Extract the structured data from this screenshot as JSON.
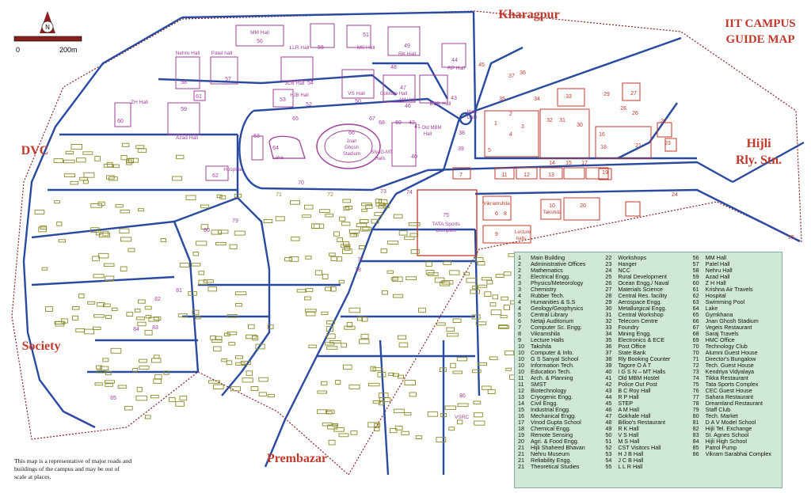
{
  "title": [
    "IIT CAMPUS",
    "GUIDE MAP"
  ],
  "scale": {
    "start": "0",
    "end": "200m"
  },
  "compass": "N",
  "disclaimer": "This map is a representative of major roads and buildings of the campus and may be out of scale at places.",
  "places": {
    "kharagpur": "Kharagpur",
    "dvc": "DVC",
    "society": "Society",
    "prembazar": "Prembazar",
    "hijli": [
      "Hijli",
      "Rly. Stn."
    ]
  },
  "labels": [
    {
      "id": "mm",
      "text": "MM Hall"
    },
    {
      "id": "mm_n",
      "text": "56"
    },
    {
      "id": "llr",
      "text": "LLR Hall"
    },
    {
      "id": "llr_n",
      "text": "55"
    },
    {
      "id": "ms",
      "text": "MS Hall"
    },
    {
      "id": "ms_n",
      "text": "51"
    },
    {
      "id": "rk",
      "text": "RK Hall"
    },
    {
      "id": "rk_n",
      "text": "49"
    },
    {
      "id": "rp",
      "text": "RP Hall"
    },
    {
      "id": "rp_n",
      "text": "44"
    },
    {
      "id": "n45",
      "text": "45"
    },
    {
      "id": "nehru",
      "text": "Nehru Hall"
    },
    {
      "id": "nehru_n",
      "text": "58"
    },
    {
      "id": "patel",
      "text": "Patel hall"
    },
    {
      "id": "patel_n",
      "text": "57"
    },
    {
      "id": "jcb",
      "text": "JCB Hall"
    },
    {
      "id": "jcb_n",
      "text": "54"
    },
    {
      "id": "hjb",
      "text": "HJB Hall"
    },
    {
      "id": "hjb_n",
      "text": "53"
    },
    {
      "id": "n52",
      "text": "52"
    },
    {
      "id": "vs",
      "text": "VS Hall"
    },
    {
      "id": "vs_n",
      "text": "50"
    },
    {
      "id": "n48",
      "text": "48"
    },
    {
      "id": "gokhale",
      "text": "Gokhale Hall"
    },
    {
      "id": "n47",
      "text": "47"
    },
    {
      "id": "am",
      "text": "AM Hall"
    },
    {
      "id": "am_n",
      "text": "46"
    },
    {
      "id": "bcr",
      "text": "BCR Hall"
    },
    {
      "id": "bcr_n",
      "text": "43"
    },
    {
      "id": "zh",
      "text": "ZH Hall"
    },
    {
      "id": "zh_n",
      "text": "60"
    },
    {
      "id": "n59",
      "text": "59"
    },
    {
      "id": "azad",
      "text": "Azad Hall"
    },
    {
      "id": "n61",
      "text": "61"
    },
    {
      "id": "n63",
      "text": "63"
    },
    {
      "id": "n64",
      "text": "64"
    },
    {
      "id": "lake",
      "text": "Lake"
    },
    {
      "id": "n65",
      "text": "65"
    },
    {
      "id": "n66",
      "text": "66"
    },
    {
      "id": "jnan",
      "text": "Jnan"
    },
    {
      "id": "ghosh",
      "text": "Ghosh"
    },
    {
      "id": "stadium",
      "text": "Stadium"
    },
    {
      "id": "n67",
      "text": "67"
    },
    {
      "id": "n68",
      "text": "68"
    },
    {
      "id": "n69",
      "text": "69"
    },
    {
      "id": "n42",
      "text": "42"
    },
    {
      "id": "n41",
      "text": "41"
    },
    {
      "id": "oldmbm",
      "text": "Old MBM"
    },
    {
      "id": "hall",
      "text": "Hall"
    },
    {
      "id": "sngm",
      "text": "SN-IG-MT"
    },
    {
      "id": "halls",
      "text": "Halls"
    },
    {
      "id": "n40",
      "text": "40"
    },
    {
      "id": "n38",
      "text": "38"
    },
    {
      "id": "n39",
      "text": "39"
    },
    {
      "id": "maingate",
      "text": "Main"
    },
    {
      "id": "maingate2",
      "text": "Gate"
    },
    {
      "id": "hospital",
      "text": "Hospital"
    },
    {
      "id": "n62",
      "text": "62"
    },
    {
      "id": "n70",
      "text": "70"
    },
    {
      "id": "n71",
      "text": "71"
    },
    {
      "id": "n72",
      "text": "72"
    },
    {
      "id": "n73",
      "text": "73"
    },
    {
      "id": "n74",
      "text": "74"
    },
    {
      "id": "n75",
      "text": "75"
    },
    {
      "id": "tata",
      "text": "TATA Sports"
    },
    {
      "id": "complex",
      "text": "Complex"
    },
    {
      "id": "n76",
      "text": "76"
    },
    {
      "id": "n77",
      "text": "77"
    },
    {
      "id": "n78",
      "text": "78"
    },
    {
      "id": "n79",
      "text": "79"
    },
    {
      "id": "n80",
      "text": "80"
    },
    {
      "id": "n81",
      "text": "81"
    },
    {
      "id": "n82",
      "text": "82"
    },
    {
      "id": "n83",
      "text": "83"
    },
    {
      "id": "n84",
      "text": "84"
    },
    {
      "id": "n85",
      "text": "85"
    },
    {
      "id": "n86",
      "text": "86"
    },
    {
      "id": "vsrc",
      "text": "VSRC"
    },
    {
      "id": "n1",
      "text": "1"
    },
    {
      "id": "n2",
      "text": "2"
    },
    {
      "id": "n3",
      "text": "3"
    },
    {
      "id": "n4",
      "text": "4"
    },
    {
      "id": "n5",
      "text": "5"
    },
    {
      "id": "n7",
      "text": "7"
    },
    {
      "id": "n11",
      "text": "11"
    },
    {
      "id": "n12",
      "text": "12"
    },
    {
      "id": "n13",
      "text": "13"
    },
    {
      "id": "n14",
      "text": "14"
    },
    {
      "id": "n15",
      "text": "15"
    },
    {
      "id": "n17",
      "text": "17"
    },
    {
      "id": "n19",
      "text": "19"
    },
    {
      "id": "n18",
      "text": "18"
    },
    {
      "id": "n16",
      "text": "16"
    },
    {
      "id": "n20",
      "text": "20"
    },
    {
      "id": "n21",
      "text": "21"
    },
    {
      "id": "n22",
      "text": "22"
    },
    {
      "id": "n23",
      "text": "23"
    },
    {
      "id": "n24",
      "text": "24"
    },
    {
      "id": "n25",
      "text": "25"
    },
    {
      "id": "n26",
      "text": "26"
    },
    {
      "id": "n27",
      "text": "27"
    },
    {
      "id": "n28",
      "text": "28"
    },
    {
      "id": "n29",
      "text": "29"
    },
    {
      "id": "n30",
      "text": "30"
    },
    {
      "id": "n31",
      "text": "31"
    },
    {
      "id": "n32",
      "text": "32"
    },
    {
      "id": "n33",
      "text": "33"
    },
    {
      "id": "n34",
      "text": "34"
    },
    {
      "id": "n35",
      "text": "35"
    },
    {
      "id": "n36",
      "text": "36"
    },
    {
      "id": "n37",
      "text": "37"
    },
    {
      "id": "vikram",
      "text": "Vikramshila"
    },
    {
      "id": "n6",
      "text": "6"
    },
    {
      "id": "n8",
      "text": "8"
    },
    {
      "id": "takshila",
      "text": "Takshila"
    },
    {
      "id": "n10",
      "text": "10"
    },
    {
      "id": "n9",
      "text": "9"
    },
    {
      "id": "lecture",
      "text": "Lecture"
    },
    {
      "id": "lhalls",
      "text": "halls"
    }
  ],
  "legend": [
    [
      [
        "1",
        "Main Building"
      ],
      [
        "2",
        "Administrative Offices"
      ],
      [
        "2",
        "Mathematics"
      ],
      [
        "2",
        "Electrical Engg."
      ],
      [
        "3",
        "Physics/Meteorology"
      ],
      [
        "3",
        "Chemistry"
      ],
      [
        "4",
        "Rubber Tech."
      ],
      [
        "4",
        "Humanities & S.S"
      ],
      [
        "4",
        "Geology/Geophysics"
      ],
      [
        "5",
        "Central Library"
      ],
      [
        "6",
        "Netaji Auditorium"
      ],
      [
        "7",
        "Computer Sc. Engg."
      ],
      [
        "8",
        "Vikramshila"
      ],
      [
        "9",
        "Lecture Halls"
      ],
      [
        "10",
        "Takshila"
      ],
      [
        "10",
        "Computer & Info."
      ],
      [
        "10",
        "G S Sanyal School"
      ],
      [
        "10",
        "Information Tech."
      ],
      [
        "10",
        "Education Tech."
      ],
      [
        "11",
        "Arch. & Planning"
      ],
      [
        "11",
        "SMST"
      ],
      [
        "12",
        "Biotechnology"
      ],
      [
        "13",
        "Cryogenic Engg."
      ],
      [
        "14",
        "Civil Engg."
      ],
      [
        "15",
        "Industrial Engg."
      ],
      [
        "16",
        "Mechanical Engg."
      ],
      [
        "17",
        "Vinod Gupta School"
      ],
      [
        "18",
        "Chemical Engg."
      ],
      [
        "19",
        "Remote Sensing"
      ],
      [
        "20",
        "Agri. & Food Engg."
      ],
      [
        "21",
        "Hijli Shaheed Bhavan"
      ],
      [
        "21",
        "Nehru Museum"
      ],
      [
        "21",
        "Reliability Engg."
      ],
      [
        "21",
        "Theoretical Studies"
      ]
    ],
    [
      [
        "22",
        "Workshops"
      ],
      [
        "23",
        "Hanger"
      ],
      [
        "24",
        "NCC"
      ],
      [
        "25",
        "Rural Development"
      ],
      [
        "26",
        "Ocean Engg./ Naval"
      ],
      [
        "27",
        "Materials Science"
      ],
      [
        "28",
        "Central Res. facility"
      ],
      [
        "29",
        "Aerospace Engg."
      ],
      [
        "30",
        "Metallurgical Engg."
      ],
      [
        "31",
        "Central Workshop"
      ],
      [
        "32",
        "Telecom Centre"
      ],
      [
        "33",
        "Foundry"
      ],
      [
        "34",
        "Mining Engg."
      ],
      [
        "35",
        "Electronics & ECE"
      ],
      [
        "36",
        "Post Office"
      ],
      [
        "37",
        "State Bank"
      ],
      [
        "38",
        "Rly Booking Counter"
      ],
      [
        "39",
        "Tagore O A T"
      ],
      [
        "40",
        "I G S N – MT Halls"
      ],
      [
        "41",
        "Old MBM Hostel"
      ],
      [
        "42",
        "Police Out Post"
      ],
      [
        "43",
        "B C Roy Hall"
      ],
      [
        "44",
        "R P Hall"
      ],
      [
        "45",
        "STEP"
      ],
      [
        "46",
        "A M Hall"
      ],
      [
        "47",
        "Gokhale Hall"
      ],
      [
        "48",
        "Billoo's Restaurant"
      ],
      [
        "49",
        "R K Hall"
      ],
      [
        "50",
        "V S Hall"
      ],
      [
        "51",
        "M S Hall"
      ],
      [
        "52",
        "CST Visitors Hall"
      ],
      [
        "53",
        "H J B Hall"
      ],
      [
        "54",
        "J C B Hall"
      ],
      [
        "55",
        "L L R Hall"
      ]
    ],
    [
      [
        "56",
        "MM Hall"
      ],
      [
        "57",
        "Patel Hall"
      ],
      [
        "58",
        "Nehru Hall"
      ],
      [
        "59",
        "Azad Hall"
      ],
      [
        "60",
        "Z H Hall"
      ],
      [
        "61",
        "Krishna Air Travels"
      ],
      [
        "62",
        "Hospital"
      ],
      [
        "63",
        "Swimming Pool"
      ],
      [
        "64",
        "Lake"
      ],
      [
        "65",
        "Gymkhana"
      ],
      [
        "66",
        "Jnan Ghosh Stadium"
      ],
      [
        "67",
        "Vegeis Restaurant"
      ],
      [
        "68",
        "Saraj Travels"
      ],
      [
        "69",
        "HMC Office"
      ],
      [
        "70",
        "Technology Club"
      ],
      [
        "70",
        "Alumni Guest House"
      ],
      [
        "71",
        "Director's Bungalow"
      ],
      [
        "72",
        "Tech. Guest House"
      ],
      [
        "73",
        "Kendriya Vidyalaya"
      ],
      [
        "74",
        "Tikka Restaurant"
      ],
      [
        "75",
        "Tata Sports Complex"
      ],
      [
        "76",
        "CEC Guest House"
      ],
      [
        "77",
        "Sahara Restaurant"
      ],
      [
        "78",
        "Dreamland Restaurant"
      ],
      [
        "79",
        "Staff Club"
      ],
      [
        "80",
        "Tech. Market"
      ],
      [
        "81",
        "D A V Model School"
      ],
      [
        "82",
        "Hijli Tel. Exchange"
      ],
      [
        "83",
        "St. Agnes School"
      ],
      [
        "84",
        "Hijli High School"
      ],
      [
        "85",
        "Patrol Pump"
      ],
      [
        "86",
        "Vikram Sarabhai Complex"
      ]
    ]
  ],
  "colors": {
    "road": "#2a4aa0",
    "hall": "#a0409a",
    "dept": "#c0392b",
    "house": "#8a8a2a",
    "title": "#c0392b",
    "legend_bg": "#cfe8d5",
    "boundary": "#8b2020"
  }
}
